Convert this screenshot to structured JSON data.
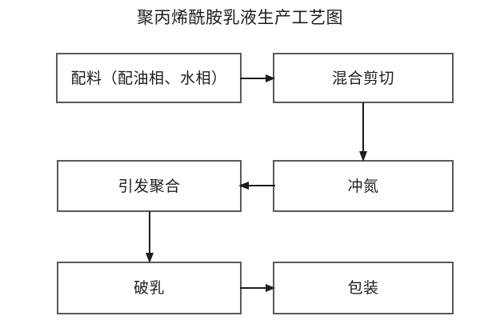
{
  "diagram": {
    "title": "聚丙烯酰胺乳液生产工艺图",
    "background_color": "#ffffff",
    "border_color": "#595959",
    "text_color": "#1c1c1c",
    "nodes": [
      {
        "id": "ingredients",
        "label": "配料（配油相、水相）"
      },
      {
        "id": "mixing",
        "label": "混合剪切"
      },
      {
        "id": "polymerize",
        "label": "引发聚合"
      },
      {
        "id": "nitrogen",
        "label": "冲氮"
      },
      {
        "id": "demulsify",
        "label": "破乳"
      },
      {
        "id": "packaging",
        "label": "包装"
      }
    ],
    "edges": [
      {
        "from": "ingredients",
        "to": "mixing",
        "direction": "right"
      },
      {
        "from": "mixing",
        "to": "nitrogen",
        "direction": "down"
      },
      {
        "from": "nitrogen",
        "to": "polymerize",
        "direction": "left"
      },
      {
        "from": "polymerize",
        "to": "demulsify",
        "direction": "down"
      },
      {
        "from": "demulsify",
        "to": "packaging",
        "direction": "right"
      }
    ]
  }
}
